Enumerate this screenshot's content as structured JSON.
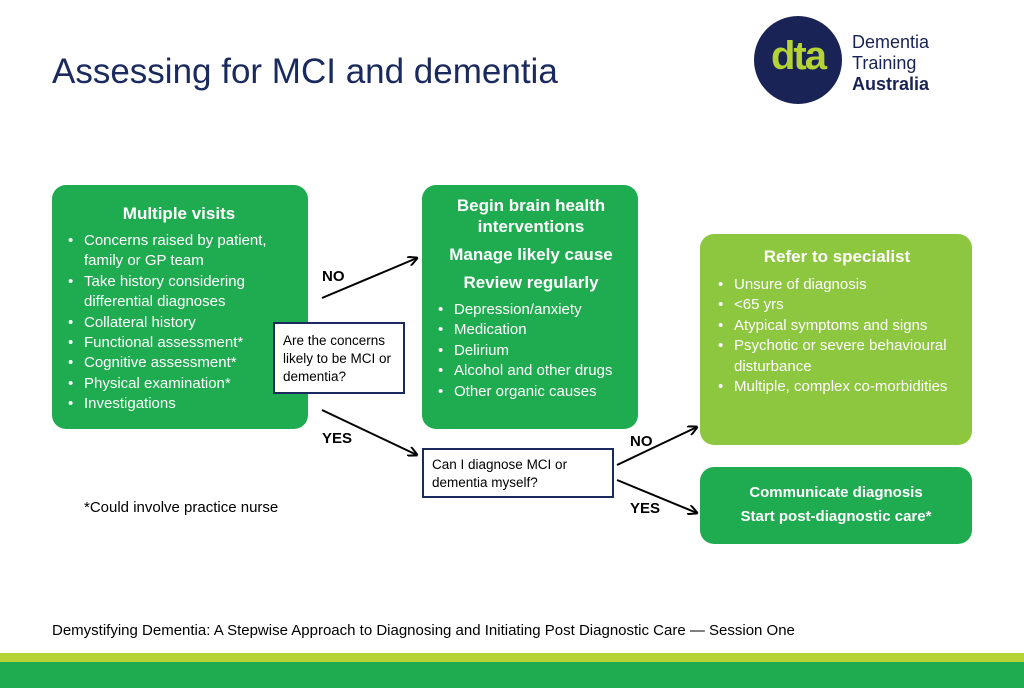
{
  "header": {
    "title": "Assessing for MCI and dementia"
  },
  "logo": {
    "mark": "dta",
    "line1": "Dementia",
    "line2": "Training",
    "line3": "Australia"
  },
  "colors": {
    "dark_green": "#1fab4f",
    "light_green": "#8dc63f",
    "navy": "#1a2a5e",
    "lime": "#b5d334"
  },
  "flow": {
    "visits": {
      "heading": "Multiple visits",
      "items": [
        "Concerns raised by patient, family or GP team",
        "Take history considering differential diagnoses",
        "Collateral history",
        "Functional assessment*",
        "Cognitive assessment*",
        "Physical examination*",
        "Investigations"
      ]
    },
    "question1": "Are the concerns likely to be MCI or dementia?",
    "brain": {
      "heading1": "Begin brain health interventions",
      "heading2": "Manage likely cause",
      "heading3": "Review regularly",
      "items": [
        "Depression/anxiety",
        "Medication",
        "Delirium",
        "Alcohol and other drugs",
        "Other organic causes"
      ]
    },
    "question2": "Can I diagnose MCI or dementia myself?",
    "refer": {
      "heading": "Refer to specialist",
      "items": [
        "Unsure of diagnosis",
        "<65 yrs",
        "Atypical symptoms and signs",
        "Psychotic or severe behavioural disturbance",
        "Multiple, complex co-morbidities"
      ]
    },
    "communicate": {
      "line1": "Communicate diagnosis",
      "line2": "Start post-diagnostic care*"
    },
    "labels": {
      "no1": "NO",
      "yes1": "YES",
      "no2": "NO",
      "yes2": "YES"
    }
  },
  "footnote": "*Could involve practice nurse",
  "footer": "Demystifying Dementia: A Stepwise Approach to Diagnosing and Initiating Post Diagnostic Care — Session One"
}
